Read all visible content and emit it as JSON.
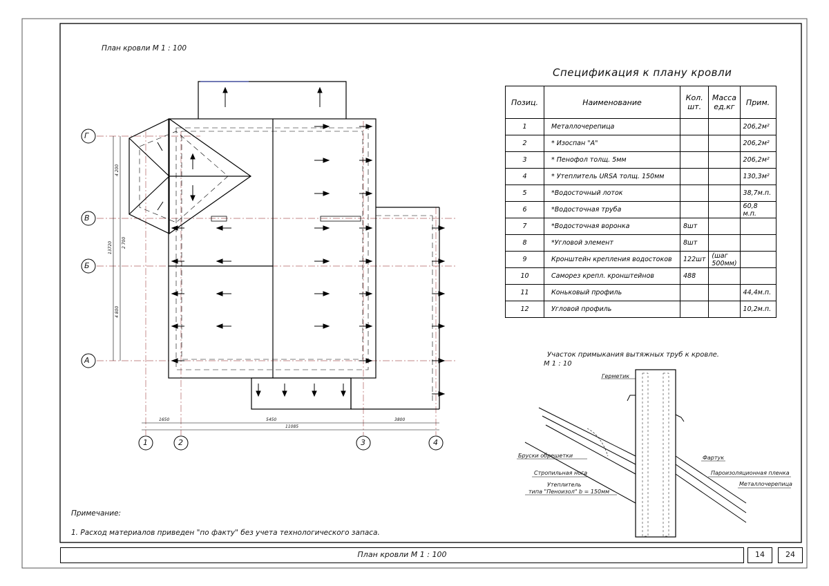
{
  "plan": {
    "title": "План кровли   М 1 : 100",
    "axes_horizontal": [
      "Г",
      "В",
      "Б",
      "А"
    ],
    "axes_vertical": [
      "1",
      "2",
      "3",
      "4"
    ],
    "dims_bottom": [
      "1650",
      "5450",
      "3800",
      "11085"
    ],
    "dims_left": [
      "4 200",
      "2 700",
      "13720",
      "4 800"
    ]
  },
  "spec": {
    "title": "Спецификация к плану кровли",
    "headers": [
      "Позиц.",
      "Наименование",
      "Кол. шт.",
      "Масса ед.кг",
      "Прим."
    ],
    "rows": [
      {
        "pos": "1",
        "name": "Металлочерепица",
        "qty": "",
        "mass": "",
        "note": "206,2м²"
      },
      {
        "pos": "2",
        "name": "* Изоспан \"А\"",
        "qty": "",
        "mass": "",
        "note": "206,2м²"
      },
      {
        "pos": "3",
        "name": "* Пенофол  толщ. 5мм",
        "qty": "",
        "mass": "",
        "note": "206,2м²"
      },
      {
        "pos": "4",
        "name": "* Утеплитель URSA  толщ. 150мм",
        "qty": "",
        "mass": "",
        "note": "130,3м²"
      },
      {
        "pos": "5",
        "name": "*Водосточный лоток",
        "qty": "",
        "mass": "",
        "note": "38,7м.п."
      },
      {
        "pos": "6",
        "name": "*Водосточная труба",
        "qty": "",
        "mass": "",
        "note": "60,8 м.п."
      },
      {
        "pos": "7",
        "name": "*Водосточная воронка",
        "qty": "8шт",
        "mass": "",
        "note": ""
      },
      {
        "pos": "8",
        "name": "*Угловой элемент",
        "qty": "8шт",
        "mass": "",
        "note": ""
      },
      {
        "pos": "9",
        "name": "Кронштейн крепления водостоков",
        "qty": "122шт",
        "mass": "(шаг 500мм)",
        "note": ""
      },
      {
        "pos": "10",
        "name": "Саморез крепл. кронштейнов",
        "qty": "488",
        "mass": "",
        "note": ""
      },
      {
        "pos": "11",
        "name": "Коньковый профиль",
        "qty": "",
        "mass": "",
        "note": "44,4м.п."
      },
      {
        "pos": "12",
        "name": "Угловой профиль",
        "qty": "",
        "mass": "",
        "note": "10,2м.п."
      }
    ]
  },
  "detail": {
    "title": "Участок примыкания вытяжных труб к кровле.",
    "scale": "М 1 : 10",
    "labels": {
      "germetik": "Герметик",
      "bruski": "Бруски обрешетки",
      "stropilo": "Стропильная нога",
      "uteplitel1": "Утеплитель",
      "uteplitel2": "типа \"Пеноизол\"  b = 150мм",
      "fartuk": "Фартук",
      "plenka": "Пароизоляционная пленка",
      "metal": "Металлочерепица"
    }
  },
  "notes": {
    "heading": "Примечание:",
    "line1": "1. Расход материалов приведен \"по факту\"  без  учета технологического запаса."
  },
  "titleblock": {
    "name": "План  кровли  М 1 : 100",
    "sheet": "14",
    "sheets": "24"
  }
}
